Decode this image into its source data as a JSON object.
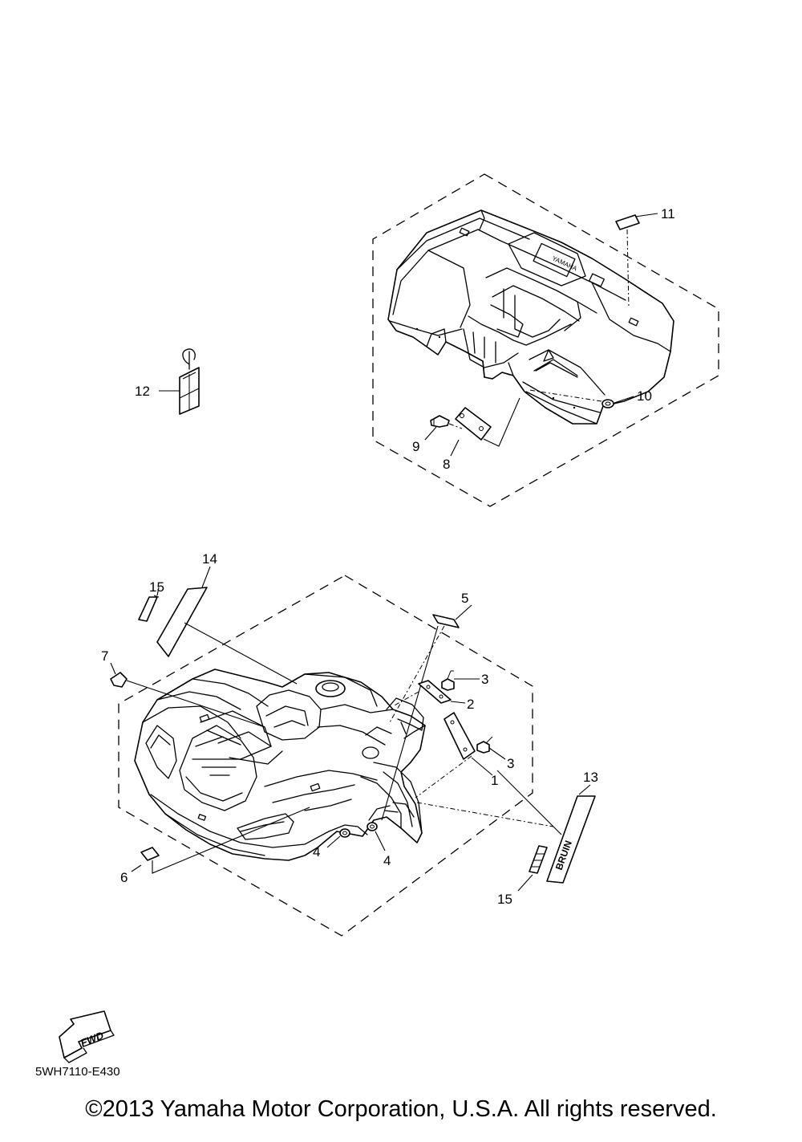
{
  "callouts": {
    "c1": "1",
    "c2": "2",
    "c3a": "3",
    "c3b": "3",
    "c4a": "4",
    "c4b": "4",
    "c5": "5",
    "c6": "6",
    "c7": "7",
    "c8": "8",
    "c9": "9",
    "c10": "10",
    "c11": "11",
    "c12": "12",
    "c13": "13",
    "c14": "14",
    "c15a": "15",
    "c15b": "15"
  },
  "rear_fender": {
    "emboss_text": "YAMAHA"
  },
  "decal_13": {
    "text": "BRUIN",
    "subtext": ""
  },
  "fwd_arrow": {
    "label": "FWD",
    "icon": "forward-arrow-icon"
  },
  "part_number": "5WH7110-E430",
  "copyright": "©2013 Yamaha Motor Corporation, U.S.A. All rights reserved."
}
